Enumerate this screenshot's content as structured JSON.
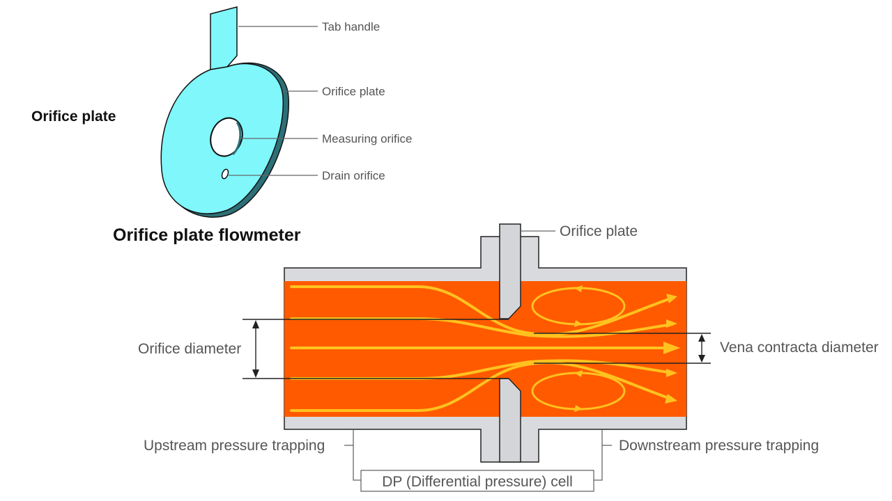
{
  "top": {
    "title": "Orifice plate",
    "labels": {
      "tab_handle": "Tab handle",
      "orifice_plate": "Orifice plate",
      "measuring_orifice": "Measuring orifice",
      "drain_orifice": "Drain orifice"
    }
  },
  "flowmeter": {
    "title": "Orifice plate flowmeter",
    "labels": {
      "orifice_plate": "Orifice plate",
      "orifice_diameter": "Orifice diameter",
      "vena_contracta_diameter": "Vena contracta diameter",
      "upstream_pressure_trapping": "Upstream pressure trapping",
      "downstream_pressure_trapping": "Downstream pressure trapping",
      "dp_cell": "DP (Differential pressure) cell"
    }
  },
  "colors": {
    "plate_fill": "#7ff7fb",
    "fluid": "#ff5a00",
    "streamline": "#ffc21f",
    "pipe_wall": "#d9dadd"
  }
}
